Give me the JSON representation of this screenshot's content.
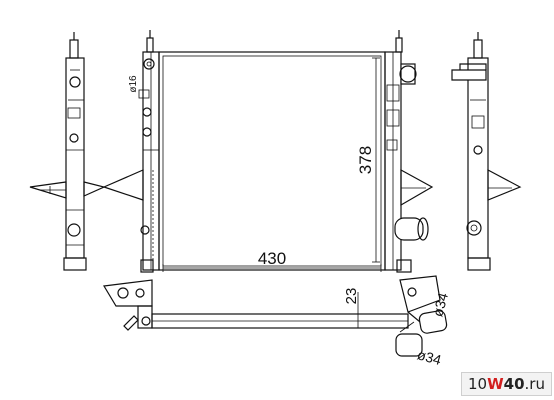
{
  "dimensions": {
    "width": "430",
    "height": "378",
    "thickness": "23",
    "inlet_diameter": "ø16",
    "outlet_upper_diameter": "ø34",
    "outlet_lower_diameter": "ø34"
  },
  "watermark": {
    "prefix": "10",
    "w": "W",
    "number": "40",
    "suffix": ".ru"
  }
}
